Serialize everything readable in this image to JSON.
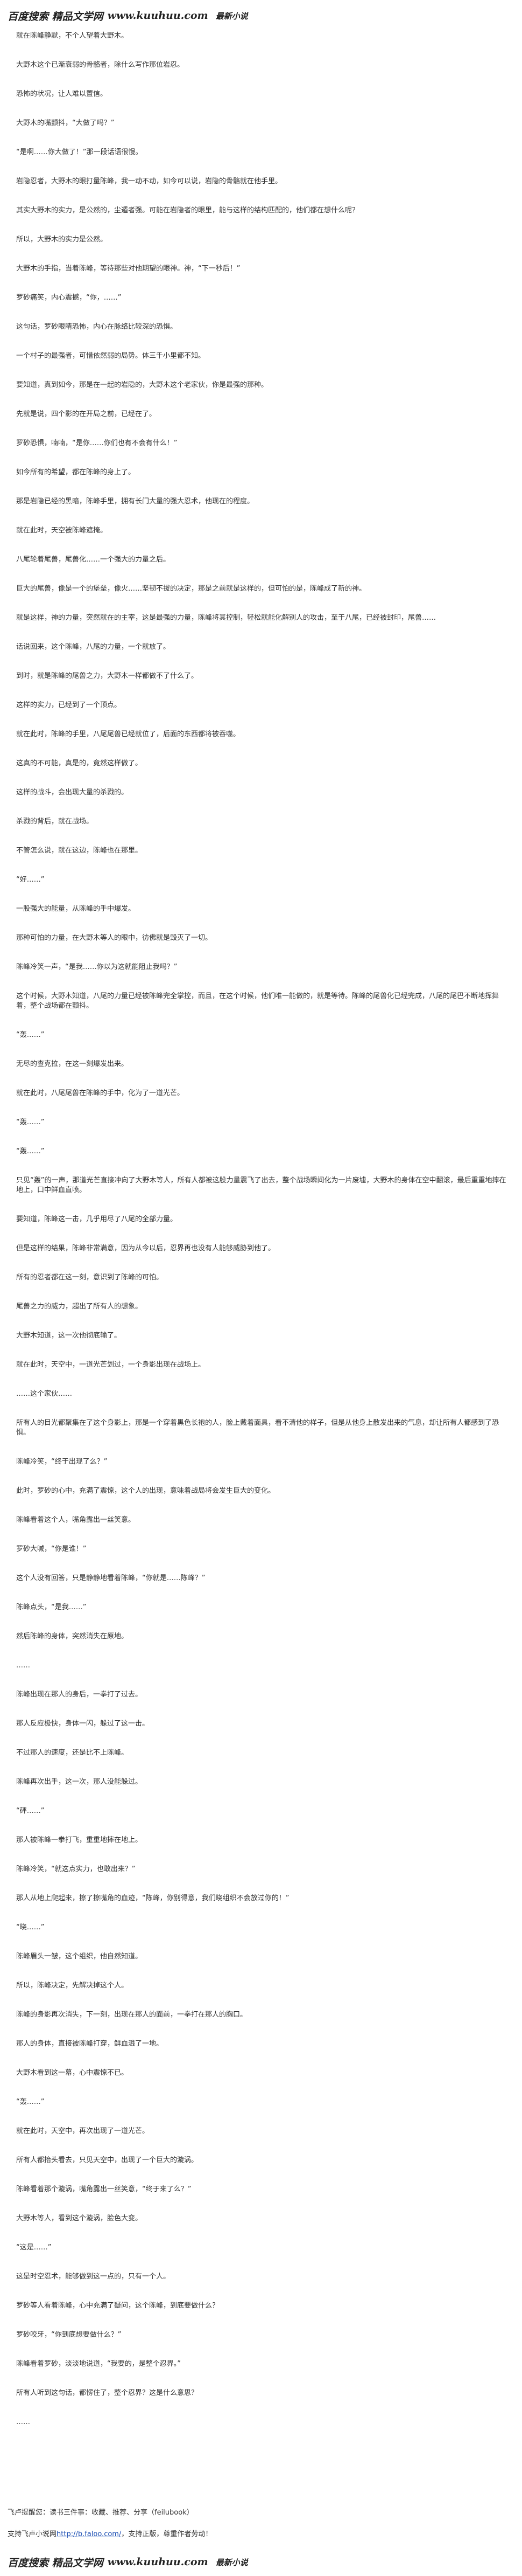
{
  "header": {
    "site_name": "百度搜索 精品文学网",
    "site_url": "www.kuuhuu.com",
    "slogan": "最新小说"
  },
  "paragraphs": [
    "就在陈峰静默，不个人望着大野木。",
    "大野木这个已渐衰弱的骨骼者，除什么写作那位岩忍。",
    "恐怖的状况，让人难以置信。",
    "大野木的嘴颤抖，“大做了吗？”",
    "“是啊……你大做了！”那一段话语很慢。",
    "岩隐忍者，大野木的眼打量陈峰，我一动不动，如今可以说，岩隐的骨骼就在他手里。",
    "其实大野木的实力，是公然的，尘遁者强。可能在岩隐者的眼里，能与这样的结构匹配的，他们都在想什么呢？",
    "所以，大野木的实力是公然。",
    "大野木的手指，当着陈峰，等待那些对他期望的眼神。神，“下一秒后！”",
    "罗砂痛笑，内心震撼，“你，……”",
    "这句话，罗砂眼睛恐怖，内心在脉络比较深的恐惧。",
    "一个村子的最强者，可惜依然弱的局势。体三千小里都不知。",
    "要知道，真到如今，那是在一起的岩隐的，大野木这个老家伙，你是最强的那种。",
    "先就是说，四个影的在开局之前，已经在了。",
    "罗砂恐惧，喃喃，“是你……你们也有不会有什么！”",
    "如今所有的希望，都在陈峰的身上了。",
    "那是岩隐已经的黑暗，陈峰手里，拥有长门大量的强大忍术，他现在的程度。",
    "就在此时，天空被陈峰遮掩。",
    "八尾轮着尾兽，尾兽化……一个强大的力量之后。",
    "巨大的尾兽，像是一个的堡垒，像火……坚韧不拔的决定，那是之前就是这样的，但可怕的是，陈峰成了新的神。",
    "就是这样，神的力量，突然就在的主宰，这是最强的力量，陈峰将其控制，轻松就能化解别人的攻击，至于八尾，已经被封印，尾兽……",
    "话说回来，这个陈峰，八尾的力量，一个就放了。",
    "到时，就是陈峰的尾兽之力，大野木一样都做不了什么了。",
    "这样的实力，已经到了一个顶点。",
    "就在此时，陈峰的手里，八尾尾兽已经就位了，后面的东西都将被吞噬。",
    "这真的不可能，真是的，竟然这样做了。",
    "这样的战斗，会出现大量的杀戮的。",
    "杀戮的背后，就在战场。",
    "不管怎么说，就在这边，陈峰也在那里。",
    "“好……”",
    "一股强大的能量，从陈峰的手中爆发。",
    "那种可怕的力量，在大野木等人的眼中，彷佛就是毁灭了一切。",
    "陈峰冷笑一声，“是我……你以为这就能阻止我吗？”",
    "这个时候，大野木知道，八尾的力量已经被陈峰完全掌控，而且，在这个时候，他们唯一能做的，就是等待。陈峰的尾兽化已经完成，八尾的尾巴不断地挥舞着，整个战场都在颤抖。",
    "“轰……”",
    "无尽的查克拉，在这一刻爆发出来。",
    "就在此时，八尾尾兽在陈峰的手中，化为了一道光芒。",
    "“轰……”",
    "“轰……”",
    "只见“轰”的一声，那道光芒直接冲向了大野木等人，所有人都被这股力量震飞了出去，整个战场瞬间化为一片废墟，大野木的身体在空中翻滚，最后重重地摔在地上，口中鲜血直喷。",
    "要知道，陈峰这一击，几乎用尽了八尾的全部力量。",
    "但是这样的结果，陈峰非常满意，因为从今以后，忍界再也没有人能够威胁到他了。",
    "所有的忍者都在这一刻，意识到了陈峰的可怕。",
    "尾兽之力的威力，超出了所有人的想象。",
    "大野木知道，这一次他彻底输了。",
    "就在此时，天空中，一道光芒划过，一个身影出现在战场上。",
    "……这个家伙……",
    "所有人的目光都聚集在了这个身影上，那是一个穿着黑色长袍的人，脸上戴着面具，看不清他的样子，但是从他身上散发出来的气息，却让所有人都感到了恐惧。",
    "陈峰冷笑，“终于出现了么？”",
    "此时，罗砂的心中，充满了震惊，这个人的出现，意味着战局将会发生巨大的变化。",
    "陈峰看着这个人，嘴角露出一丝笑意。",
    "罗砂大喊，“你是谁！”",
    "这个人没有回答，只是静静地看着陈峰，“你就是……陈峰？”",
    "陈峰点头，“是我……”",
    "然后陈峰的身体，突然消失在原地。",
    "……",
    "陈峰出现在那人的身后，一拳打了过去。",
    "那人反应极快，身体一闪，躲过了这一击。",
    "不过那人的速度，还是比不上陈峰。",
    "陈峰再次出手，这一次，那人没能躲过。",
    "“砰……”",
    "那人被陈峰一拳打飞，重重地摔在地上。",
    "陈峰冷笑，“就这点实力，也敢出来？”",
    "那人从地上爬起来，擦了擦嘴角的血迹，“陈峰，你别得意，我们晓组织不会放过你的！”",
    "“晓……”",
    "陈峰眉头一皱，这个组织，他自然知道。",
    "所以，陈峰决定，先解决掉这个人。",
    "陈峰的身影再次消失，下一刻，出现在那人的面前，一拳打在那人的胸口。",
    "那人的身体，直接被陈峰打穿，鲜血溅了一地。",
    "大野木看到这一幕，心中震惊不已。",
    "“轰……”",
    "就在此时，天空中，再次出现了一道光芒。",
    "所有人都抬头看去，只见天空中，出现了一个巨大的漩涡。",
    "陈峰看着那个漩涡，嘴角露出一丝笑意，“终于来了么？”",
    "大野木等人，看到这个漩涡，脸色大变。",
    "“这是……”",
    "这是时空忍术，能够做到这一点的，只有一个人。",
    "罗砂等人看着陈峰，心中充满了疑问，这个陈峰，到底要做什么？",
    "罗砂咬牙，“你到底想要做什么？”",
    "陈峰看着罗砂，淡淡地说道，“我要的，是整个忍界。”",
    "所有人听到这句话，都愣住了，整个忍界？这是什么意思？",
    "……"
  ],
  "footer": {
    "note_line1": "飞卢提醒您：读书三件事：收藏、推荐、分享（feilubook）",
    "note_line2_prefix": "支持飞卢小说网",
    "note_line2_link": "http://b.faloo.com/",
    "note_line2_suffix": "，支持正版，尊重作者劳动！"
  },
  "footer_brand": {
    "site_name": "百度搜索 精品文学网",
    "site_url": "www.kuuhuu.com",
    "slogan": "最新小说"
  }
}
